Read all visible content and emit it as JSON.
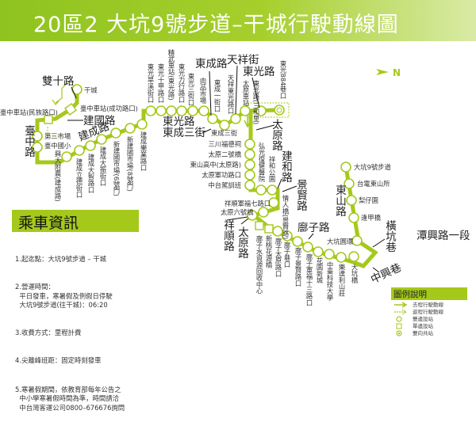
{
  "title": "20區2 大坑9號步道–干城行駛動線圖",
  "north": "N",
  "colors": {
    "route": "#a5c91b",
    "title_bar": "#8fc31f"
  },
  "stops": [
    "干城",
    "臺中車站(成功路口)",
    "臺中車站(民族路口)",
    "第三市場",
    "臺中國小",
    "興大附農(建成路)",
    "建成立德街口",
    "建成大智路口",
    "建成大振街口",
    "新建國市場(6號門)",
    "新建國市場(8號門)",
    "建成樂業路口",
    "東光旱溪街口",
    "東光十甲路口",
    "精武車站(東光路)",
    "東光力行路口",
    "東光三街口",
    "肉品市場",
    "東成一街口",
    "東成三街",
    "天祥東光路口",
    "太原車站",
    "東光路(三和里)",
    "東光884巷口",
    "三川福德祠",
    "太原二號橋",
    "東山高中(太原路)",
    "太原軍功路口",
    "中台駕訓班",
    "弘光復健醫院",
    "祥和公園",
    "情人橋(景賢路)",
    "祥順軍福七路口",
    "太原六號橋",
    "廍子水資源回收中心",
    "新桃花源橋",
    "廍子太原路口",
    "廍子巷口",
    "廍子景賢路口",
    "廍子軍福十三路口",
    "花園新城",
    "中臺科技大學",
    "樂達利山莊",
    "大坑橋",
    "大坑圓環",
    "逢甲橋",
    "梨仔園",
    "台電東山所",
    "大坑9號步道"
  ],
  "roads": {
    "shuangshi": "雙十路",
    "jianguo": "建國路",
    "jiancheng": "建成路",
    "taichung": "臺中路",
    "dongguang": "東光路",
    "dongguang2": "東光路",
    "dongcheng": "東成路",
    "tianxiang": "天祥街",
    "dongcheng3": "東成三街",
    "taiyuan": "太原路",
    "taiyuan2": "太原路",
    "jianhe": "建和路",
    "jingxian": "景賢路",
    "xiangshun": "祥順路",
    "buzi": "廍子路",
    "dongshan": "東山路",
    "hengkeng": "橫坑巷",
    "zhongxing": "中興巷",
    "tanxing": "潭興路一段"
  },
  "info": {
    "title": "乘車資訊",
    "lines": [
      "1.起迄點：大坑9號步道 – 干城",
      "2.營運時間：\n  平日發車，寒暑假及例假日停駛\n  大坑9號步道(往干城)：06:20",
      "3.收費方式：里程計費",
      "4.尖離峰班距：固定時刻發車",
      "5.寒暑假期間，依教育部每年公告之\n  中小學寒暑假時間為準，時間請洽\n  中台灣客運公司0800–676676詢問"
    ]
  },
  "legend": {
    "title": "圖例說明",
    "items": [
      "去程行駛動線",
      "返程行駛動線",
      "雙邊設站",
      "單邊設站",
      "雙向共站"
    ]
  }
}
